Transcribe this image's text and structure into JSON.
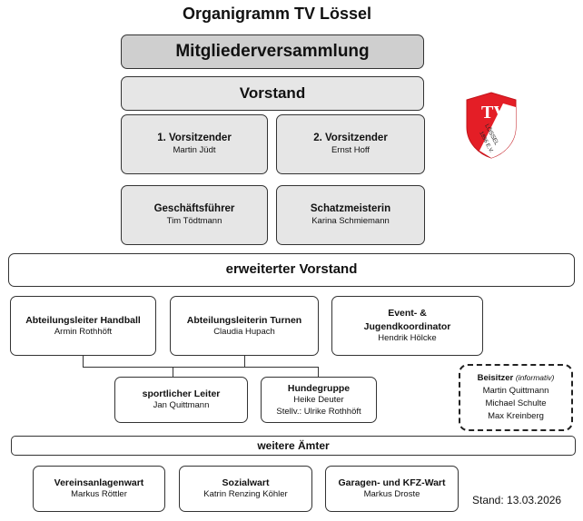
{
  "title": "Organigramm TV Lössel",
  "top": {
    "assembly": "Mitgliederversammlung",
    "board": "Vorstand"
  },
  "board_members": [
    {
      "role": "1. Vorsitzender",
      "name": "Martin Jüdt"
    },
    {
      "role": "2. Vorsitzender",
      "name": "Ernst Hoff"
    },
    {
      "role": "Geschäftsführer",
      "name": "Tim Tödtmann"
    },
    {
      "role": "Schatzmeisterin",
      "name": "Karina Schmiemann"
    }
  ],
  "extended_board": "erweiterter Vorstand",
  "departments": [
    {
      "role": "Abteilungsleiter Handball",
      "name": "Armin Rothhöft"
    },
    {
      "role": "Abteilungsleiterin Turnen",
      "name": "Claudia Hupach"
    },
    {
      "role1": "Event- &",
      "role2": "Jugendkoordinator",
      "name": "Hendrik Hölcke"
    }
  ],
  "sub_units": [
    {
      "role": "sportlicher Leiter",
      "name": "Jan Quittmann"
    },
    {
      "role": "Hundegruppe",
      "name": "Heike Deuter",
      "name2": "Stellv.: Ulrike Rothhöft"
    }
  ],
  "beisitzer": {
    "label": "Beisitzer",
    "note": "(informativ)",
    "names": [
      "Martin Quittmann",
      "Michael Schulte",
      "Max Kreinberg"
    ]
  },
  "further": "weitere Ämter",
  "offices": [
    {
      "role": "Vereinsanlagenwart",
      "name": "Markus Röttler"
    },
    {
      "role": "Sozialwart",
      "name": "Katrin Renzing Köhler"
    },
    {
      "role": "Garagen- und KFZ-Wart",
      "name": "Markus Droste"
    }
  ],
  "stand": "Stand: 13.03.2026",
  "logo": {
    "letters": "TV",
    "line1": "LÖSSEL",
    "line2": "1896 E.V.",
    "colors": {
      "red": "#e41e26",
      "white": "#ffffff"
    }
  }
}
